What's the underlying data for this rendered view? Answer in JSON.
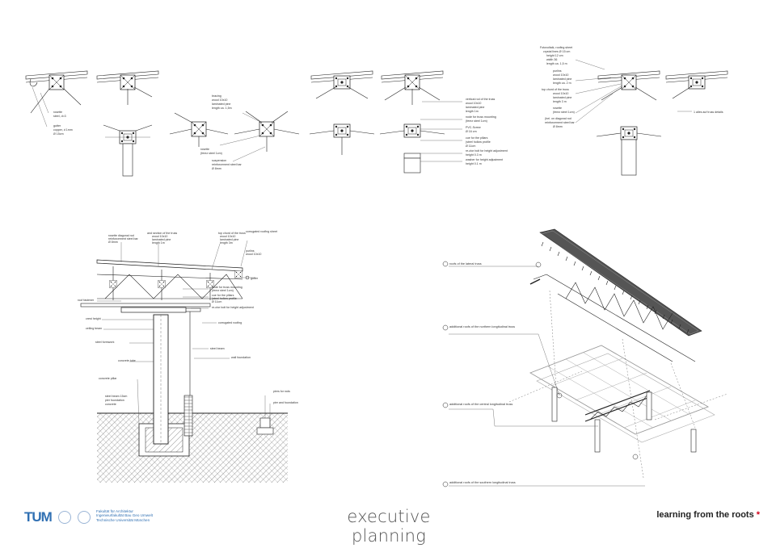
{
  "footer": {
    "logo_text": "TUM",
    "institution_lines": [
      "Fakultät für Architektur",
      "Ingenieurfakultät Bau Geo Umwelt",
      "Technische Universität München"
    ],
    "title": "executive planning",
    "tagline": "learning from the roots",
    "tagline_mark": "*",
    "accent_color": "#3070b3",
    "mark_color": "#d0021b"
  },
  "details_top": {
    "labels_a": [
      "rosette",
      "steel, d=3",
      "gutter",
      "copper, d 1mm",
      "Ø 15cm"
    ],
    "labels_b": [
      "bracing",
      "wood 10x10",
      "laminated pine",
      "length ca. 1,5m",
      "rosette",
      "(ferez steel 1cm)",
      "suspension",
      "reinforcement steel bar",
      "Ø 8mm"
    ],
    "labels_c": [
      "vertical rod of the truss",
      "wood 10x10",
      "laminated pine",
      "length 1m",
      "node for truss mounting",
      "(ferez steel 1cm)",
      "PVC-Screw",
      "Ø 16 cm",
      "cue for the pillars",
      "(steel hollow profile",
      "Ø 11cm",
      "re-ctor bolt for height adjustment",
      "height 0.3 m",
      "washer for height adjustment",
      "height 0.1 m"
    ],
    "labels_d": [
      "Fotovoltaik, roofing sheet",
      "crystal lines Ø 15 cm",
      "height 12 cm",
      "width 36",
      "length ca. 1,5 m",
      "purlins",
      "wood 10x10",
      "laminated pine",
      "length ca. 2 m",
      "top chord of the truss",
      "wood 10x10",
      "laminated pine",
      "length 3 m",
      "rosette",
      "(ferez steel 1cm)",
      "(hel. on diagonal rod",
      "reinforcement steel bar",
      "Ø 8mm"
    ],
    "ref_label": "1 alles auf truss details"
  },
  "section": {
    "labels_left": [
      "roof fastener",
      "crest height",
      "ceiling beam",
      "steel formwork",
      "concrete tube",
      "concrete pillar",
      "steel beam 15cm",
      "pier foundation",
      "concrete"
    ],
    "labels_top": [
      "rosette diagonal rod",
      "reinforcement steel bar",
      "Ø 8mm",
      "and section of the truss",
      "wood 10x10",
      "laminated pine",
      "length 1m",
      "top chord of the truss",
      "wood 10x10",
      "laminated pine",
      "length 3m",
      "corrugated roofing sheet",
      "purlins",
      "wood 10x10"
    ],
    "labels_right": [
      "node for truss mounting",
      "(ferez steel 1cm)",
      "cue for the pillars",
      "(steel hollow profile",
      "Ø 11cm",
      "re-ctor bolt for height adjustment",
      "corrugated roofing",
      "steel beam",
      "wall foundation",
      "piers for rods",
      "pier and foundation"
    ],
    "marker": "gutter"
  },
  "axonometric": {
    "callouts": [
      {
        "num": "1",
        "text": "roofs of the lateral truss"
      },
      {
        "num": "2",
        "text": "additional roofs of the northern longitudinal truss"
      },
      {
        "num": "3",
        "text": "additional roofs of the central longitudinal truss"
      },
      {
        "num": "4",
        "text": "additional roofs of the southern longitudinal truss"
      }
    ]
  }
}
